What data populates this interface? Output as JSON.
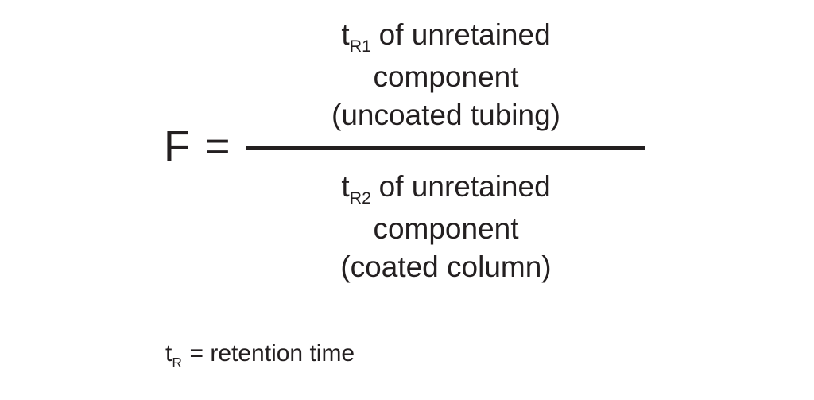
{
  "formula": {
    "lhs": "F =",
    "numerator": {
      "var": "t",
      "subscript": "R1",
      "line1_rest": "of unretained",
      "line2": "component",
      "line3": "(uncoated tubing)"
    },
    "denominator": {
      "var": "t",
      "subscript": "R2",
      "line1_rest": "of unretained",
      "line2": "component",
      "line3": "(coated column)"
    }
  },
  "footnote": {
    "var": "t",
    "subscript": "R",
    "rest": "= retention time"
  },
  "colors": {
    "text": "#231f20",
    "background": "#ffffff"
  }
}
